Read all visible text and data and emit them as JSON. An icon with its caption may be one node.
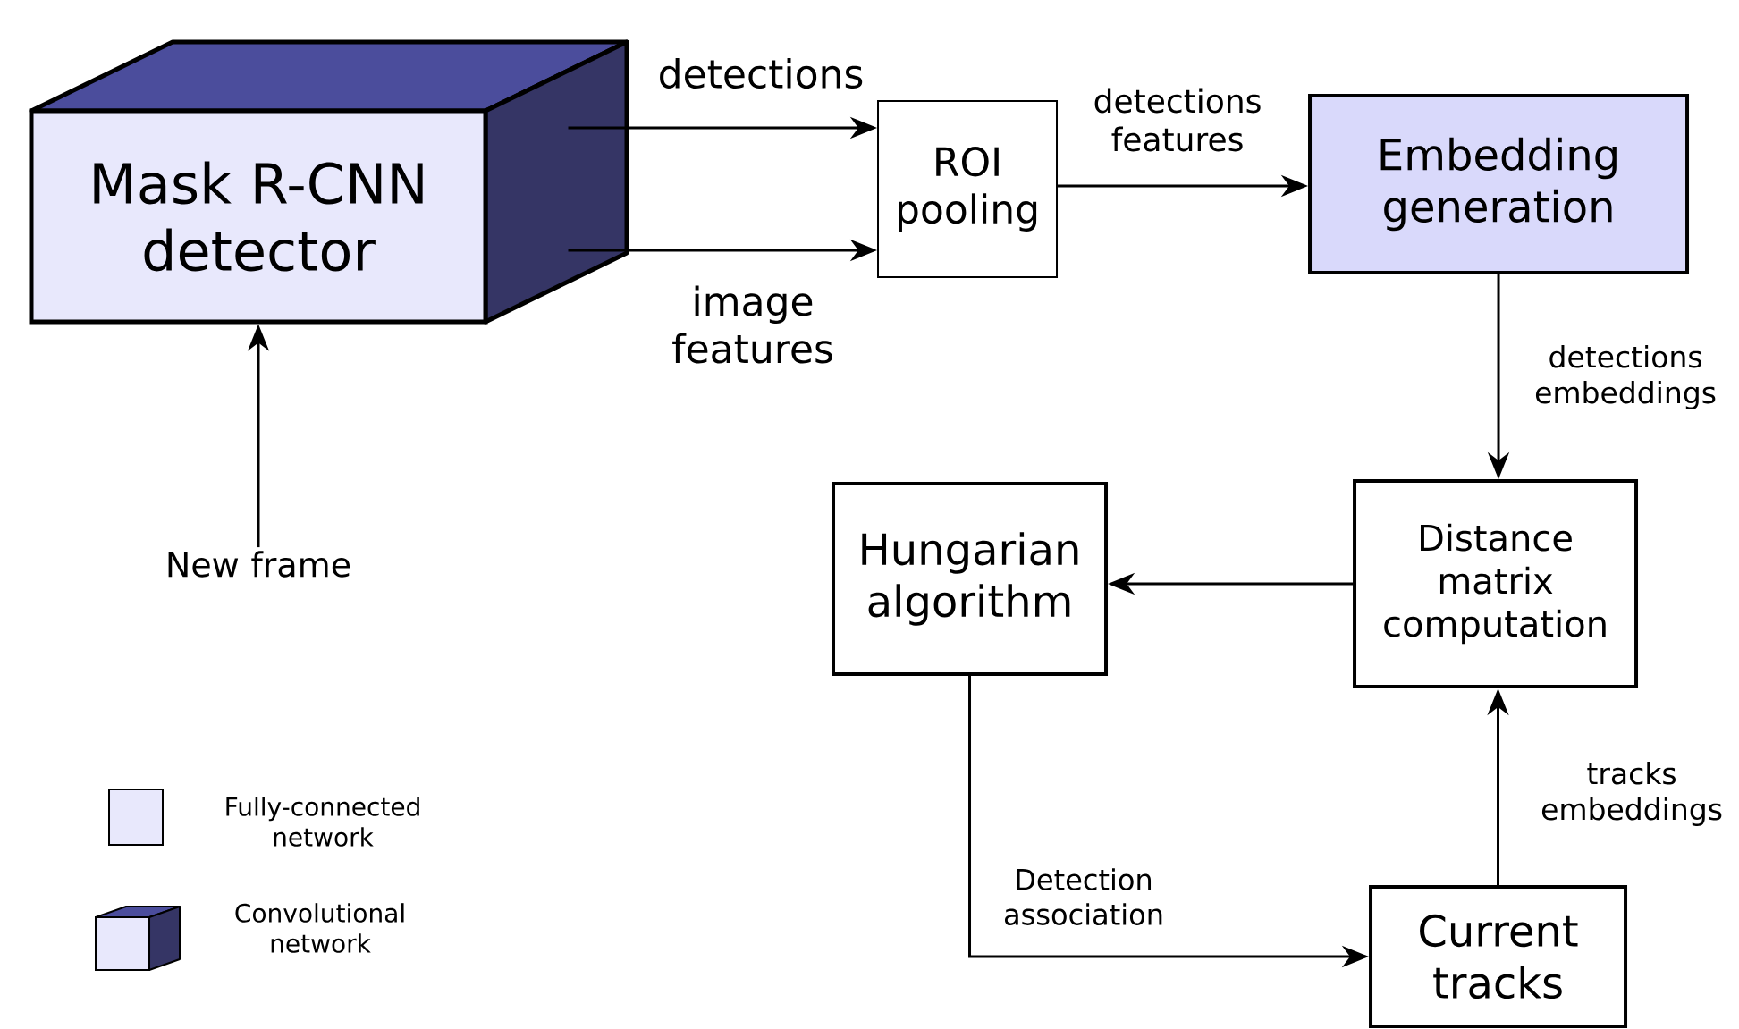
{
  "diagram": {
    "nodes": [
      {
        "text": [
          "Mask R-CNN detector"
        ]
      },
      {
        "text": [
          "ROI pooling"
        ]
      },
      {
        "text": [
          "Embedding generation"
        ]
      },
      {
        "text": [
          "New frame"
        ]
      },
      {
        "text": [
          "Hungarian algorithm"
        ]
      },
      {
        "text": [
          "Distance matrix computation"
        ]
      },
      {
        "text": [
          "Current tracks"
        ]
      }
    ],
    "edges": [
      {
        "from": 0,
        "to": 1,
        "arrow": "to",
        "label": "detections"
      },
      {
        "from": 0,
        "to": 1,
        "arrow": "to",
        "label": "image features"
      },
      {
        "from": 1,
        "to": 2,
        "arrow": "to",
        "label": "detections features"
      },
      {
        "from": 2,
        "to": 5,
        "arrow": "to",
        "label": "detections embeddings"
      },
      {
        "from": 5,
        "to": 4,
        "arrow": "to"
      },
      {
        "from": 4,
        "to": 6,
        "arrow": "to",
        "label": "Detection association"
      },
      {
        "from": 6,
        "to": 5,
        "arrow": "to",
        "label": "tracks embeddings"
      },
      {
        "from": 3,
        "to": 0,
        "arrow": "to"
      }
    ],
    "legend": [
      {
        "text": "Fully-connected network",
        "color": "#e8e8fc"
      },
      {
        "text": "Convolutional network"
      }
    ]
  }
}
